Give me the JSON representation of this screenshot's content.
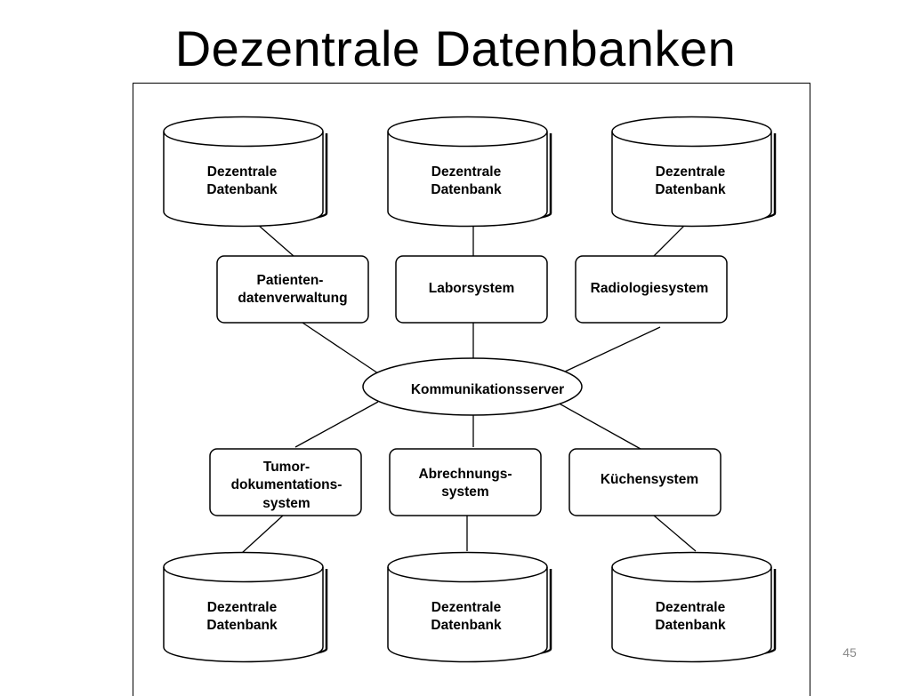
{
  "slide": {
    "title": "Dezentrale Datenbanken",
    "page_number": "45"
  },
  "diagram": {
    "databases": {
      "top": [
        {
          "line1": "Dezentrale",
          "line2": "Datenbank"
        },
        {
          "line1": "Dezentrale",
          "line2": "Datenbank"
        },
        {
          "line1": "Dezentrale",
          "line2": "Datenbank"
        }
      ],
      "bottom": [
        {
          "line1": "Dezentrale",
          "line2": "Datenbank"
        },
        {
          "line1": "Dezentrale",
          "line2": "Datenbank"
        },
        {
          "line1": "Dezentrale",
          "line2": "Datenbank"
        }
      ]
    },
    "systems": {
      "upper": [
        {
          "lines": [
            "Patienten-",
            "datenverwaltung"
          ]
        },
        {
          "lines": [
            "Laborsystem"
          ]
        },
        {
          "lines": [
            "Radiologiesystem"
          ]
        }
      ],
      "lower": [
        {
          "lines": [
            "Tumor-",
            "dokumentations-",
            "system"
          ]
        },
        {
          "lines": [
            "Abrechnungs-",
            "system"
          ]
        },
        {
          "lines": [
            "Küchensystem"
          ]
        }
      ]
    },
    "hub": {
      "label": "Kommunikationsserver"
    }
  }
}
